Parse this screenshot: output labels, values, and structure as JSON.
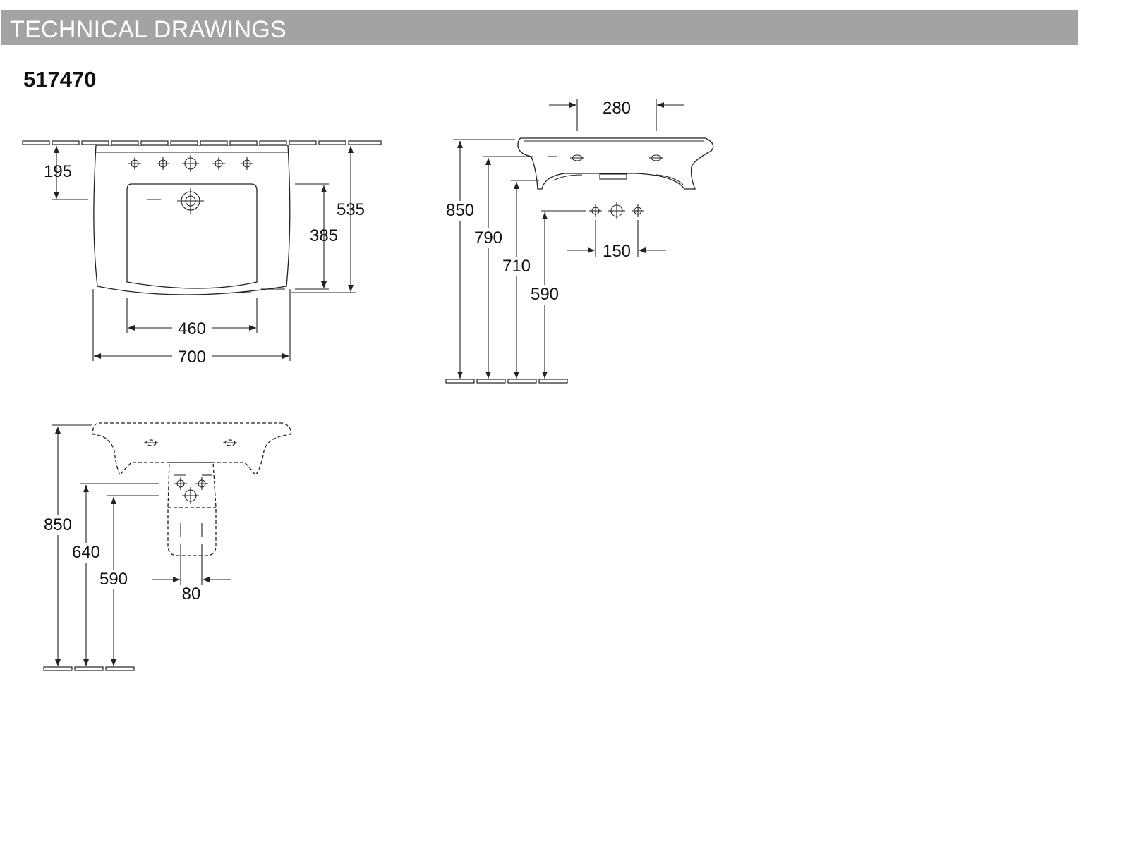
{
  "header": {
    "title": "TECHNICAL DRAWINGS"
  },
  "product": {
    "model_number": "517470"
  },
  "views": {
    "top": {
      "dims": [
        "195",
        "535",
        "385",
        "460",
        "700"
      ]
    },
    "side": {
      "dims": [
        "280",
        "850",
        "790",
        "710",
        "590",
        "150"
      ]
    },
    "front": {
      "dims": [
        "850",
        "640",
        "590",
        "80"
      ]
    }
  },
  "colors": {
    "header_bg": "#a3a3a3",
    "header_text": "#ffffff",
    "line": "#222222"
  }
}
